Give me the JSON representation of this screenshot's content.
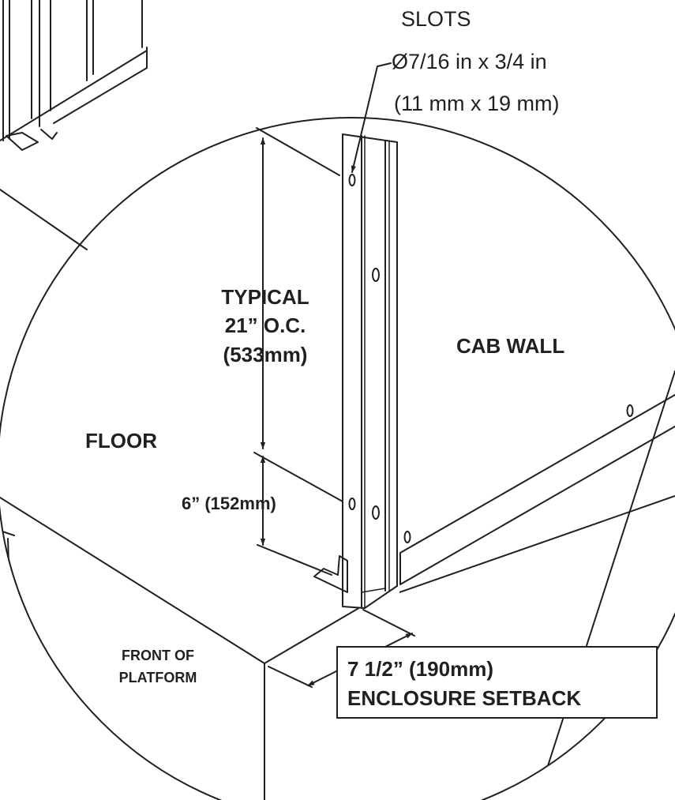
{
  "labels": {
    "slots_title": "SLOTS",
    "slot_size_in": "Ø7/16 in x 3/4 in",
    "slot_size_mm": "(11 mm x 19 mm)",
    "typical_line1": "TYPICAL",
    "typical_line2": "21” O.C.",
    "typical_line3": "(533mm)",
    "cab_wall": "CAB WALL",
    "floor": "FLOOR",
    "six_inch": "6” (152mm)",
    "front_line1": "FRONT OF",
    "front_line2": "PLATFORM",
    "setback_line1": "7 1/2” (190mm)",
    "setback_line2": "ENCLOSURE SETBACK"
  },
  "colors": {
    "ink": "#231f20",
    "paper": "#ffffff"
  }
}
